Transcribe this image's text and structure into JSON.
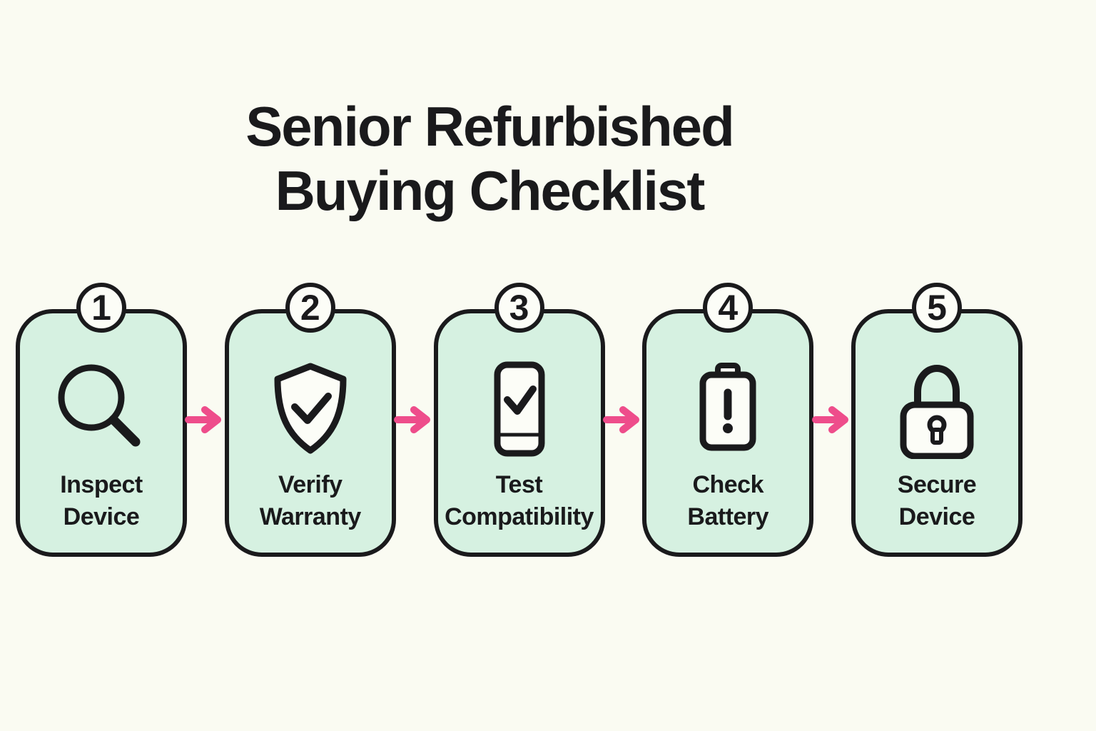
{
  "title": {
    "line1": "Senior Refurbished",
    "line2": "Buying Checklist"
  },
  "steps": [
    {
      "number": "1",
      "label1": "Inspect",
      "label2": "Device",
      "icon": "magnifier-icon"
    },
    {
      "number": "2",
      "label1": "Verify",
      "label2": "Warranty",
      "icon": "shield-check-icon"
    },
    {
      "number": "3",
      "label1": "Test",
      "label2": "Compatibility",
      "icon": "phone-check-icon"
    },
    {
      "number": "4",
      "label1": "Check",
      "label2": "Battery",
      "icon": "battery-alert-icon"
    },
    {
      "number": "5",
      "label1": "Secure",
      "label2": "Device",
      "icon": "padlock-icon"
    }
  ],
  "colors": {
    "background": "#fafbf2",
    "card_fill": "#d6f1e1",
    "ink": "#1a1a1c",
    "accent_pink": "#ee4d8b",
    "icon_fill": "#fcfdf7"
  }
}
